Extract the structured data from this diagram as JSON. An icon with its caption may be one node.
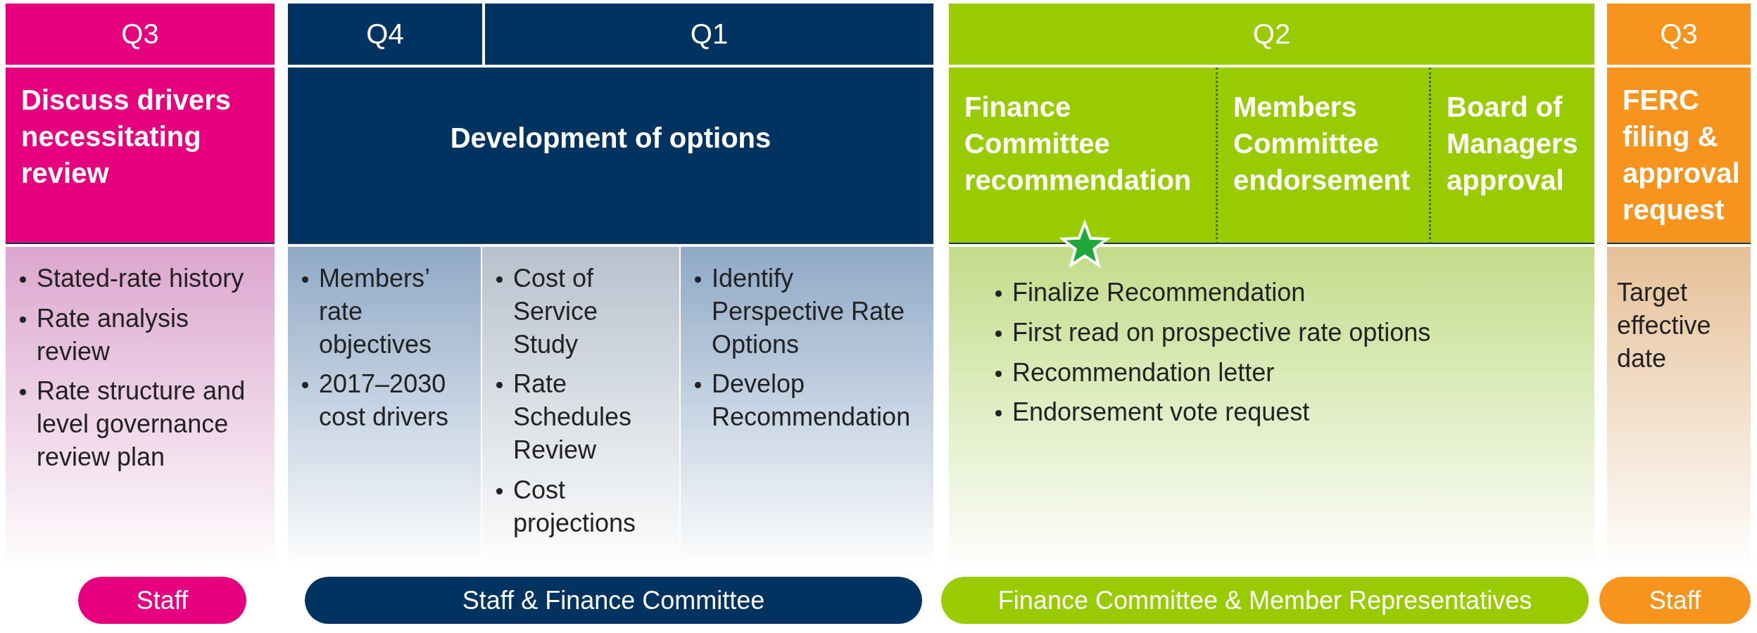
{
  "diagram": {
    "nodes": [
      {
        "text": [
          "Q3"
        ]
      },
      {
        "text": [
          "Q4"
        ]
      },
      {
        "text": [
          "Q1"
        ]
      },
      {
        "text": [
          "Q2"
        ]
      },
      {
        "text": [
          "Q3"
        ]
      },
      {
        "text": [
          "Discuss drivers necessitating review"
        ]
      },
      {
        "text": [
          "Development of options"
        ]
      },
      {
        "text": [
          "Finance Committee recommendation"
        ]
      },
      {
        "text": [
          "Members Committee endorsement"
        ]
      },
      {
        "text": [
          "Board of Managers approval"
        ]
      },
      {
        "text": [
          "FERC filing & approval request"
        ]
      },
      {
        "text": [
          "Stated-rate history",
          "Rate analysis review",
          "Rate structure and level governance review plan"
        ]
      },
      {
        "text": [
          "Members’ rate objectives",
          "2017–2030 cost drivers"
        ]
      },
      {
        "text": [
          "Cost of Service Study",
          "Rate Schedules Review",
          "Cost projections"
        ]
      },
      {
        "text": [
          "Identify Perspective Rate Options",
          "Develop Recommendation"
        ]
      },
      {
        "text": [
          "Finalize Recommendation",
          "First read on prospective rate options",
          "Recommendation letter",
          "Endorsement vote request"
        ]
      },
      {
        "text": [
          "Target effective date"
        ]
      },
      {
        "text": [
          "Staff"
        ]
      },
      {
        "text": [
          "Staff & Finance Committee"
        ]
      },
      {
        "text": [
          "Finance Committee & Member Representatives"
        ]
      },
      {
        "text": [
          "Staff"
        ]
      }
    ]
  }
}
